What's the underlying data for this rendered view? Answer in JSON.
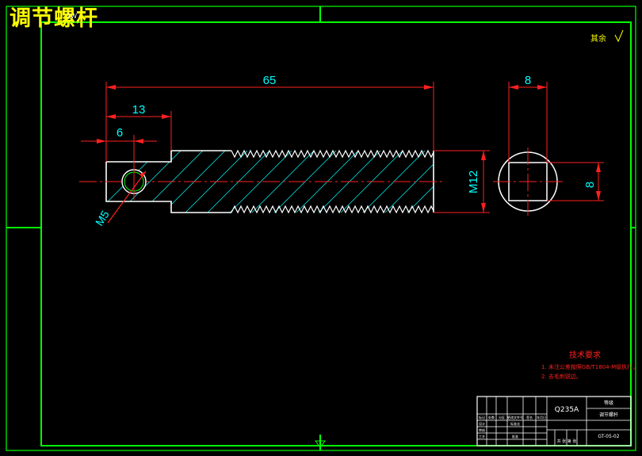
{
  "drawing": {
    "title": "调节螺杆",
    "title_small_mark": "2W",
    "surface_note": "其余",
    "dimensions": {
      "overall_length": "65",
      "step_length": "13",
      "hole_offset": "6",
      "thread_spec": "M12",
      "hole_thread": "M5",
      "end_width": "8",
      "square_size": "8"
    },
    "tech_req": {
      "title": "技术要求",
      "line1": "1. 未注公差按照GB/T1804-M级执行。",
      "line2": "2. 去毛刺锐边。"
    },
    "title_block": {
      "material": "Q235A",
      "unit": "等级",
      "part_name": "调节螺杆",
      "drawing_no": "GT-05-02",
      "row_labels": [
        "标记",
        "处数",
        "分区",
        "更改文件号",
        "签名",
        "年月日"
      ],
      "design": "设计",
      "check": "审核",
      "process": "工艺",
      "standard": "标准化",
      "approve": "批准",
      "footer": "共 张 第 张"
    }
  },
  "colors": {
    "frame": "#00ff00",
    "dimension": "#00ffff",
    "centerline": "#ff2020",
    "title": "#ffff00",
    "outline": "#ffffff"
  }
}
